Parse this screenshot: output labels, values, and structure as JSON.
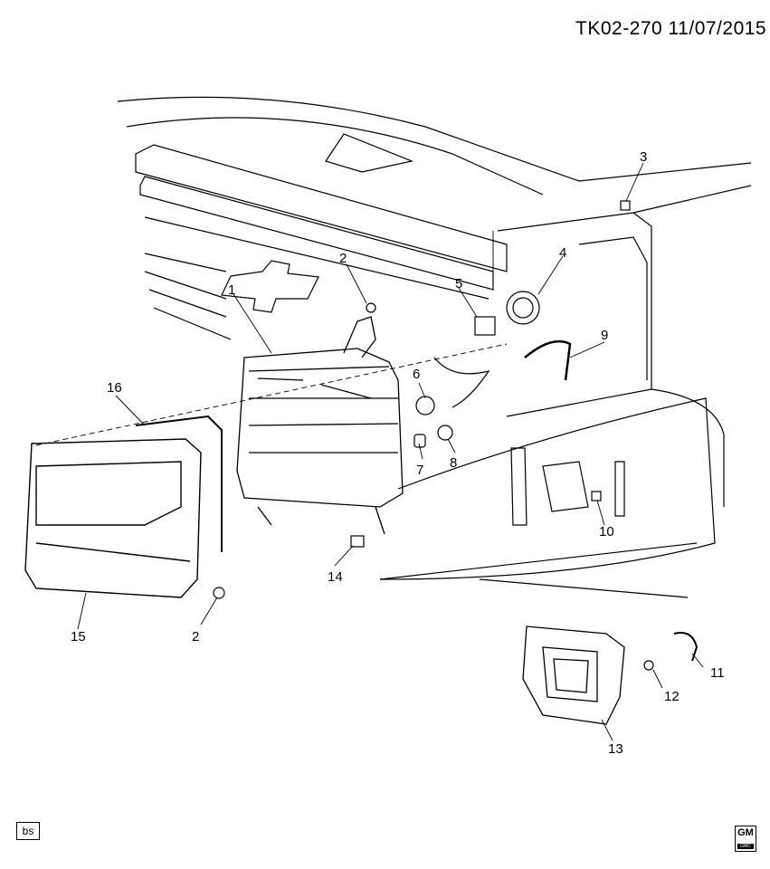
{
  "header": {
    "reference": "TK02-270 11/07/2015"
  },
  "footer": {
    "artist_code": "bs",
    "logo_text": "GM",
    "logo_sub": "GMC"
  },
  "callouts": [
    {
      "id": "c1",
      "label": "1"
    },
    {
      "id": "c2a",
      "label": "2"
    },
    {
      "id": "c2b",
      "label": "2"
    },
    {
      "id": "c3",
      "label": "3"
    },
    {
      "id": "c4",
      "label": "4"
    },
    {
      "id": "c5",
      "label": "5"
    },
    {
      "id": "c6",
      "label": "6"
    },
    {
      "id": "c7",
      "label": "7"
    },
    {
      "id": "c8",
      "label": "8"
    },
    {
      "id": "c9",
      "label": "9"
    },
    {
      "id": "c10",
      "label": "10"
    },
    {
      "id": "c11",
      "label": "11"
    },
    {
      "id": "c12",
      "label": "12"
    },
    {
      "id": "c13",
      "label": "13"
    },
    {
      "id": "c14",
      "label": "14"
    },
    {
      "id": "c15",
      "label": "15"
    },
    {
      "id": "c16",
      "label": "16"
    }
  ],
  "colors": {
    "line": "#000000",
    "background": "#ffffff"
  }
}
